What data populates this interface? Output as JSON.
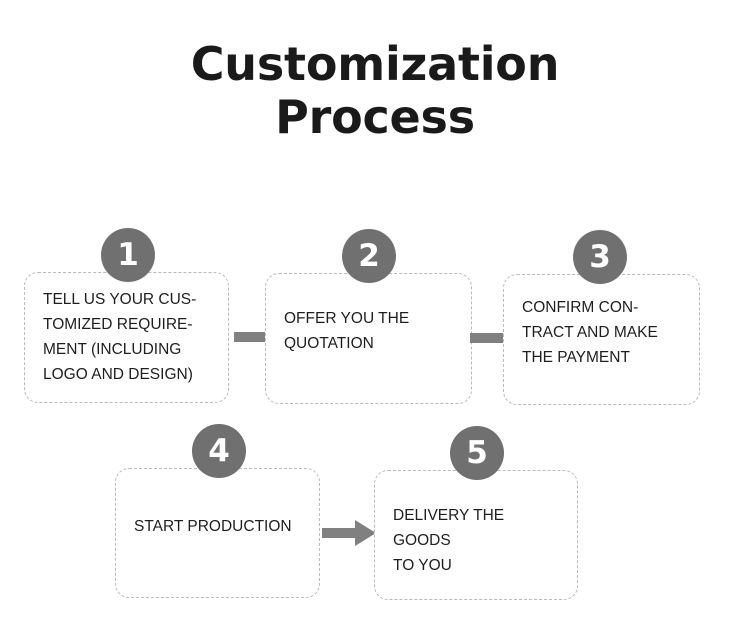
{
  "page": {
    "background_color": "#ffffff",
    "title_lines": [
      "Customization",
      "Process"
    ],
    "title_color": "#1a1a1a"
  },
  "theme": {
    "circle_fill": "#707070",
    "circle_text_color": "#ffffff",
    "box_border_color": "#b9b9b9",
    "arrow_color": "#808080",
    "body_text_color": "#1e1e1e"
  },
  "steps": [
    {
      "number": "1",
      "text": "TELL US YOUR CUS-\nTOMIZED REQUIRE-\nMENT (INCLUDING\nLOGO AND DESIGN)"
    },
    {
      "number": "2",
      "text": "OFFER YOU THE\nQUOTATION"
    },
    {
      "number": "3",
      "text": "CONFIRM CON-\nTRACT AND MAKE\nTHE PAYMENT"
    },
    {
      "number": "4",
      "text": "START PRODUCTION"
    },
    {
      "number": "5",
      "text": "DELIVERY THE GOODS\nTO YOU"
    }
  ],
  "arrows": [
    {
      "name": "arrow-step1-to-step2",
      "direction": "right"
    },
    {
      "name": "arrow-step2-to-step3",
      "direction": "right"
    },
    {
      "name": "arrow-step4-to-step5",
      "direction": "right"
    }
  ]
}
